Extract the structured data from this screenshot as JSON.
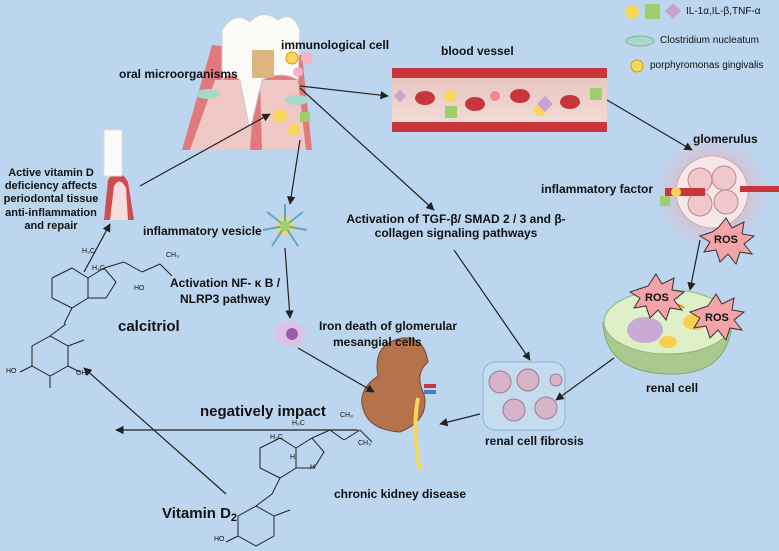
{
  "labels": {
    "immunological_cell": "immunological cell",
    "blood_vessel": "blood vessel",
    "oral_microorganisms": "oral microorganisms",
    "glomerulus": "glomerulus",
    "inflammatory_factor": "inflammatory factor",
    "vitamin_d_deficiency": "Active vitamin D deficiency affects periodontal tissue anti-inflammation and repair",
    "inflammatory_vesicle": "inflammatory vesicle",
    "tgf_pathway": "Activation of TGF-β/ SMAD 2 / 3 and β-collagen signaling pathways",
    "nfkb_pathway_line1": "Activation NF- κ B /",
    "nfkb_pathway_line2": "NLRP3 pathway",
    "iron_death_line1": "Iron death of glomerular",
    "iron_death_line2": "mesangial cells",
    "calcitriol": "calcitriol",
    "renal_cell": "renal cell",
    "negatively_impact": "negatively impact",
    "renal_cell_fibrosis": "renal cell fibrosis",
    "chronic_kidney_disease": "chronic kidney disease",
    "vitamin_d2_main": "Vitamin D",
    "vitamin_d2_sub": "2"
  },
  "ros_badges": [
    "ROS",
    "ROS",
    "ROS"
  ],
  "legend": {
    "cytokines": "IL-1α,IL-β,TNF-α",
    "clostridium": "Clostridium nucleatum",
    "porphyromonas": "porphyromonas gingivalis"
  },
  "chem": {
    "calcitriol_h3c": "H₃C",
    "calcitriol_h3c2": "H₃C",
    "calcitriol_ch3": "CH₃",
    "calcitriol_ho": "HO",
    "calcitriol_ho2": "HO",
    "calcitriol_oh": "OH",
    "d2_h3c": "H₃C",
    "d2_h3c2": "H₃C",
    "d2_ch3": "CH₃",
    "d2_ch3b": "CH₃",
    "d2_h": "H",
    "d2_h2": "H",
    "d2_ho": "HO"
  },
  "colors": {
    "background": "#bcd6ef",
    "vessel_red": "#c8353b",
    "gum_red": "#d14a4f",
    "kidney_brown": "#b5734b",
    "renal_cell_green": "#a9c98e",
    "ros_pink": "#f4a3a8",
    "cytokine_yellow": "#f6d65b",
    "cytokine_green": "#9fcf6b",
    "cytokine_purple": "#c8a3cf"
  }
}
